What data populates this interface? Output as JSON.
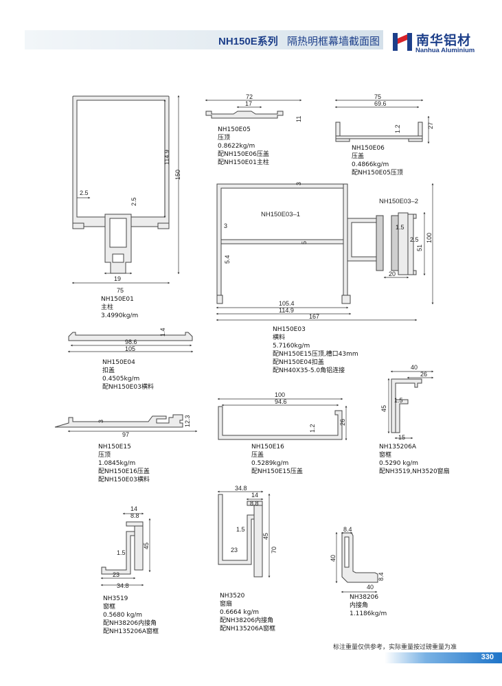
{
  "header": {
    "series": "NH150E系列",
    "title": "隔热明框幕墙截面图",
    "brand_cn": "南华铝材",
    "brand_en": "Nanhua Aluminium",
    "brand_color": "#1d3f8a"
  },
  "profiles": {
    "e01": {
      "code": "NH150E01",
      "name": "主柱",
      "weight": "3.4990kg/m"
    },
    "e05": {
      "code": "NH150E05",
      "name": "压顶",
      "weight": "0.8622kg/m",
      "note1": "配NH150E06压盖",
      "note2": "配NH150E01主柱"
    },
    "e06": {
      "code": "NH150E06",
      "name": "压盖",
      "weight": "0.4866kg/m",
      "note1": "配NH150E05压顶"
    },
    "e03": {
      "code": "NH150E03",
      "name": "横料",
      "weight": "5.7160kg/m",
      "note1": "配NH150E15压顶,槽口43mm",
      "note2": "配NH150E04扣盖",
      "note3": "配NH40X35-5.0角铝连接",
      "part1": "NH150E03–1",
      "part2": "NH150E03–2"
    },
    "e04": {
      "code": "NH150E04",
      "name": "扣盖",
      "weight": "0.4505kg/m",
      "note1": "配NH150E03横料"
    },
    "e15": {
      "code": "NH150E15",
      "name": "压顶",
      "weight": "1.0845kg/m",
      "note1": "配NH150E16压盖",
      "note2": "配NH150E03横料"
    },
    "e16": {
      "code": "NH150E16",
      "name": "压盖",
      "weight": "0.5289kg/m",
      "note1": "配NH150E15压盖"
    },
    "a135": {
      "code": "NH135206A",
      "name": "窗框",
      "weight": "0.5290 kg/m",
      "note1": "配NH3519,NH3520窗扇"
    },
    "n3519": {
      "code": "NH3519",
      "name": "窗框",
      "weight": "0.5680 kg/m",
      "note1": "配NH38206内接角",
      "note2": "配NH135206A窗框"
    },
    "n3520": {
      "code": "NH3520",
      "name": "窗扇",
      "weight": "0.6664 kg/m",
      "note1": "配NH38206内接角",
      "note2": "配NH135206A窗框"
    },
    "n38206": {
      "code": "NH38206",
      "name": "内接角",
      "weight": "1.1186kg/m"
    }
  },
  "dimensions": {
    "e01": [
      "2.5",
      "114.9",
      "150",
      "2.5",
      "19",
      "75"
    ],
    "e05": [
      "72",
      "17",
      "11"
    ],
    "e06": [
      "75",
      "69.6",
      "27",
      "1.2"
    ],
    "e03": [
      "3",
      "3",
      "5",
      "5.4",
      "105.4",
      "114.9",
      "167",
      "1.5",
      "2.5",
      "100",
      "51",
      "20"
    ],
    "e04": [
      "1.4",
      "98.6",
      "105"
    ],
    "e15": [
      "3",
      "12.3",
      "97"
    ],
    "e16": [
      "100",
      "94.6",
      "26",
      "1.2"
    ],
    "a135": [
      "40",
      "26",
      "45",
      "1.5",
      "15"
    ],
    "n3519": [
      "14",
      "8.8",
      "45",
      "1.5",
      "23",
      "34.8"
    ],
    "n3520": [
      "34.8",
      "14",
      "8.8",
      "1.5",
      "45",
      "70",
      "23"
    ],
    "n38206": [
      "8.4",
      "40",
      "8.4",
      "40"
    ]
  },
  "footer": {
    "note": "标注重量仅供参考，实际重量按过磅重量为准",
    "page": "330",
    "bar_color": "#1e74c8"
  }
}
